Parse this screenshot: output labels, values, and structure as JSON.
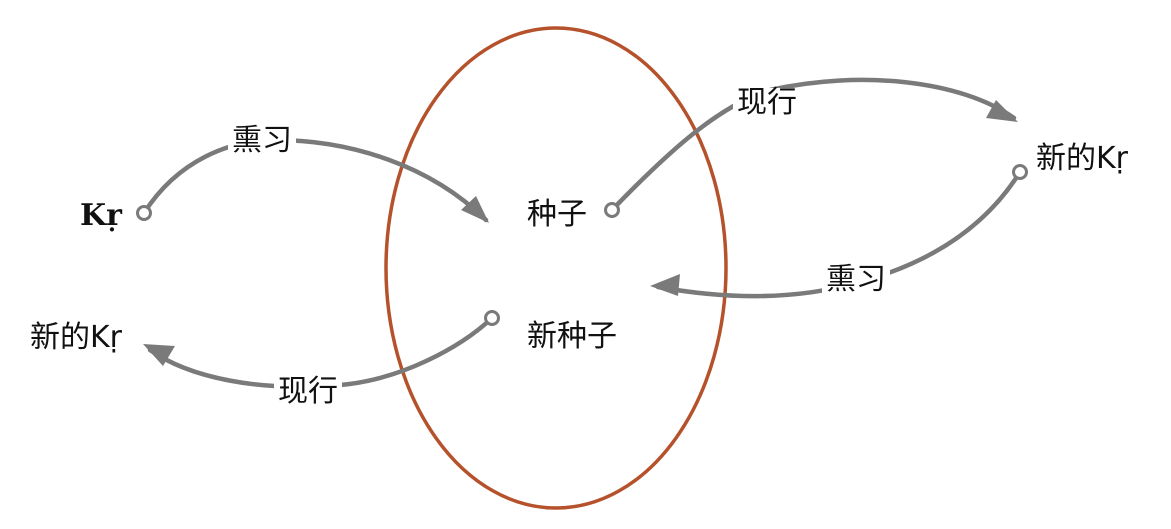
{
  "colors": {
    "ellipse": "#b5522b",
    "arrow": "#7a7a7a",
    "text": "#111111",
    "background": "#ffffff"
  },
  "nodes": {
    "kr_source": {
      "label": "Kṛ"
    },
    "seed": {
      "label": "种子"
    },
    "new_seed": {
      "label": "新种子"
    },
    "new_kr_right": {
      "label": "新的Kṛ"
    },
    "new_kr_left": {
      "label": "新的Kṛ"
    }
  },
  "edges": {
    "perfume_left": {
      "label": "熏习"
    },
    "manifest_right": {
      "label": "现行"
    },
    "perfume_right": {
      "label": "熏习"
    },
    "manifest_left": {
      "label": "现行"
    }
  }
}
